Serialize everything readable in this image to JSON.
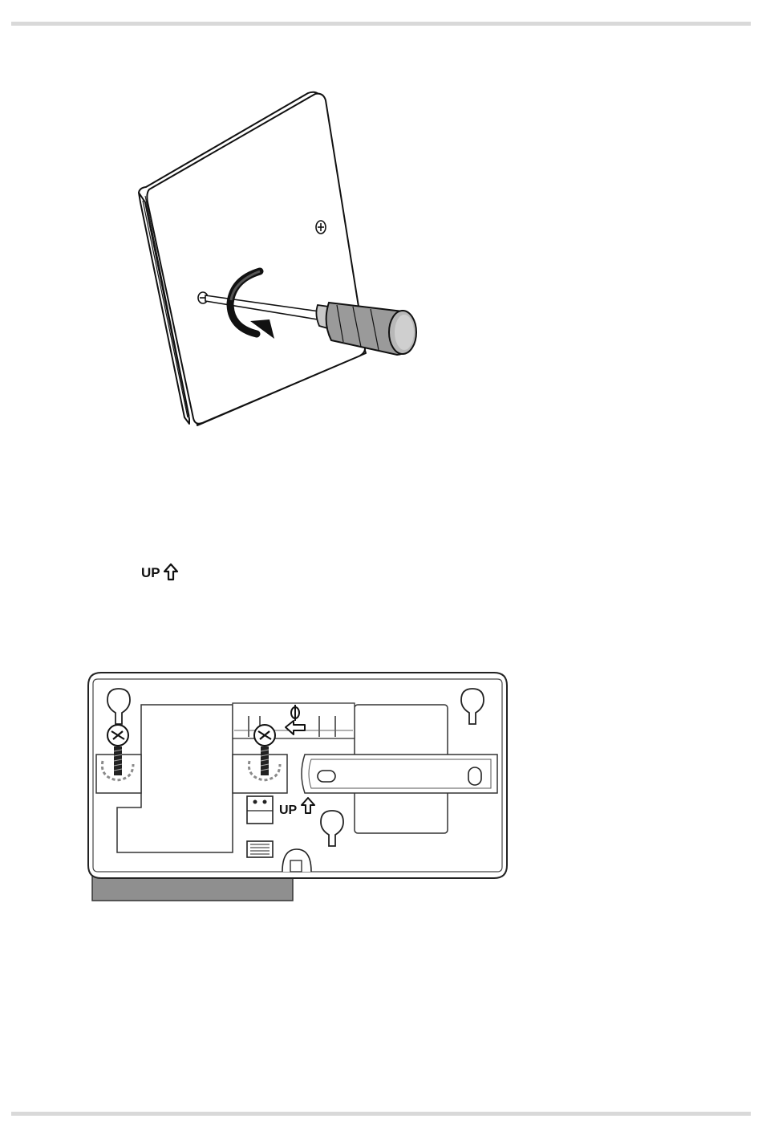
{
  "top_figure": {
    "screw_icons": [
      "phillips-screw-icon",
      "phillips-screw-icon"
    ],
    "tool_icon": "screwdriver-icon",
    "rotation_icon": "clockwise-arrow-icon"
  },
  "up_marker": {
    "label": "UP",
    "icon": "up-arrow-icon"
  },
  "bracket_figure": {
    "up_label": "UP",
    "lock_symbol": "Φ"
  }
}
